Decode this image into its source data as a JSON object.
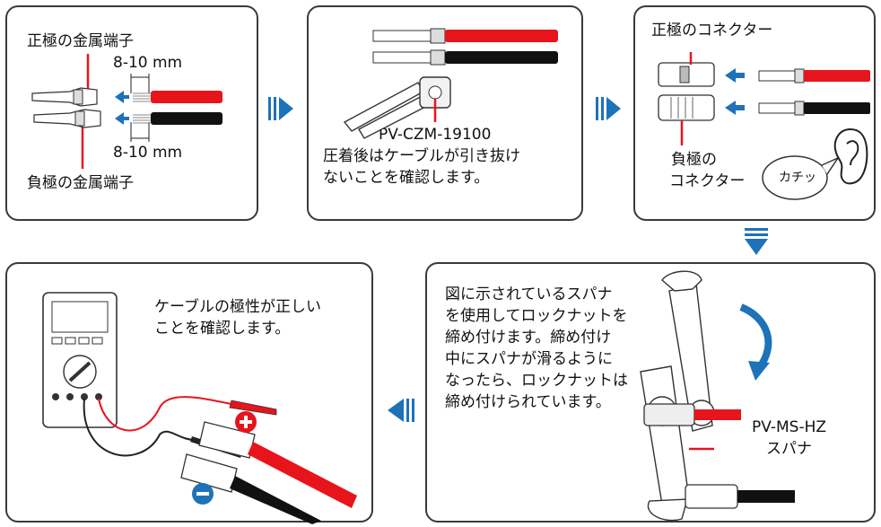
{
  "step1": {
    "positive_terminal": "正極の金属端子",
    "negative_terminal": "負極の金属端子",
    "strip_length_top": "8-10 mm",
    "strip_length_bottom": "8-10 mm"
  },
  "step2": {
    "tool_model": "PV-CZM-19100",
    "note_line1": "圧着後はケーブルが引き抜け",
    "note_line2": "ないことを確認します。"
  },
  "step3": {
    "positive_connector": "正極のコネクター",
    "negative_connector_line1": "負極の",
    "negative_connector_line2": "コネクター",
    "click_sound": "カチッ"
  },
  "step4": {
    "note_line1": "図に示されているスパナ",
    "note_line2": "を使用してロックナットを",
    "note_line3": "締め付けます。締め付け",
    "note_line4": "中にスパナが滑るように",
    "note_line5": "なったら、ロックナットは",
    "note_line6": "締め付けられています。",
    "tool_model": "PV-MS-HZ",
    "tool_name": "スパナ"
  },
  "step5": {
    "note_line1": "ケーブルの極性が正しい",
    "note_line2": "ことを確認します。"
  },
  "colors": {
    "positive": "#e8141c",
    "negative": "#111111",
    "arrow": "#1e72b8",
    "border": "#3a3a3a"
  },
  "icons": {
    "plus": "plus-icon",
    "minus": "minus-icon",
    "ear": "ear-icon",
    "flow_arrow": "flow-arrow-icon"
  }
}
